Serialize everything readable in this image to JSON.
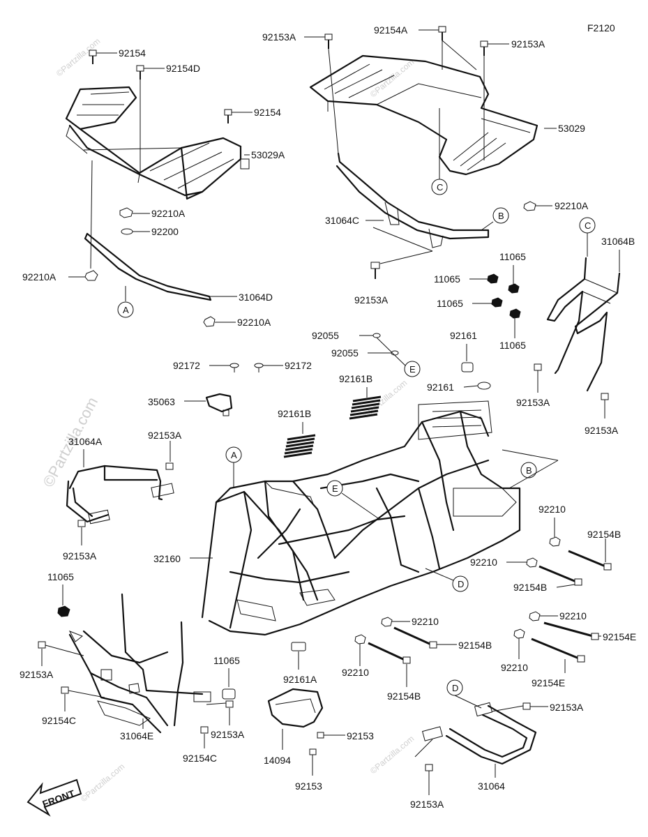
{
  "figure_code": "F2120",
  "watermark": "©Partzilla.com",
  "front_label": "FRONT",
  "parts": {
    "p_92154_a": "92154",
    "p_92154d": "92154D",
    "p_92154_b": "92154",
    "p_53029a": "53029A",
    "p_92210a_1": "92210A",
    "p_92200": "92200",
    "p_92210a_2": "92210A",
    "p_31064d": "31064D",
    "p_92210a_3": "92210A",
    "p_92153a_1": "92153A",
    "p_92154a": "92154A",
    "p_92153a_2": "92153A",
    "p_53029": "53029",
    "p_31064c": "31064C",
    "p_92210a_4": "92210A",
    "p_92153a_3": "92153A",
    "p_11065_1": "11065",
    "p_11065_2": "11065",
    "p_11065_3": "11065",
    "p_11065_4": "11065",
    "p_31064b": "31064B",
    "p_92153a_4": "92153A",
    "p_92153a_5": "92153A",
    "p_92055_1": "92055",
    "p_92055_2": "92055",
    "p_92161_1": "92161",
    "p_92161_2": "92161",
    "p_92172_1": "92172",
    "p_92172_2": "92172",
    "p_35063": "35063",
    "p_92161b_1": "92161B",
    "p_92161b_2": "92161B",
    "p_31064a": "31064A",
    "p_92153a_6": "92153A",
    "p_92153a_7": "92153A",
    "p_32160": "32160",
    "p_92210_1": "92210",
    "p_92154b_1": "92154B",
    "p_92210_2": "92210",
    "p_92154b_2": "92154B",
    "p_11065_5": "11065",
    "p_92153a_8": "92153A",
    "p_92154c_1": "92154C",
    "p_31064e": "31064E",
    "p_92154c_2": "92154C",
    "p_92153a_9": "92153A",
    "p_11065_6": "11065",
    "p_92161a": "92161A",
    "p_92210_3": "92210",
    "p_92154b_3": "92154B",
    "p_92210_4": "92210",
    "p_92154b_4": "92154B",
    "p_92210_5": "92210",
    "p_92154e_1": "92154E",
    "p_92210_6": "92210",
    "p_92154e_2": "92154E",
    "p_14094": "14094",
    "p_92153_1": "92153",
    "p_92153_2": "92153",
    "p_92153a_10": "92153A",
    "p_31064": "31064",
    "p_92153a_11": "92153A"
  },
  "callouts": {
    "a": "A",
    "b": "B",
    "c": "C",
    "d": "D",
    "e": "E"
  }
}
